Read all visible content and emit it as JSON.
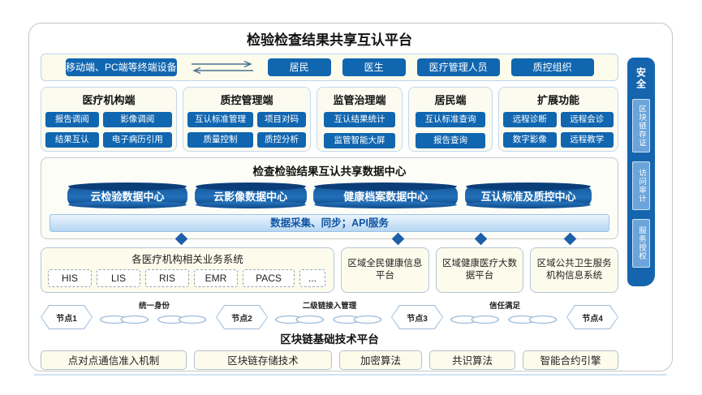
{
  "title": "检验检查结果共享互认平台",
  "access_row": {
    "terminal": "移动端、PC端等终端设备",
    "roles": [
      {
        "label": "居民"
      },
      {
        "label": "医生"
      },
      {
        "label": "医疗管理人员"
      },
      {
        "label": "质控组织"
      }
    ]
  },
  "portals": [
    {
      "title": "医疗机构端",
      "buttons": [
        "报告调阅",
        "影像调阅",
        "结果互认",
        "电子病历引用"
      ]
    },
    {
      "title": "质控管理端",
      "buttons": [
        "互认标准管理",
        "项目对码",
        "质量控制",
        "质控分析"
      ]
    },
    {
      "title": "监管治理端",
      "buttons": [
        "互认结果统计",
        "监管智能大屏"
      ]
    },
    {
      "title": "居民端",
      "buttons": [
        "互认标准查询",
        "报告查询"
      ]
    },
    {
      "title": "扩展功能",
      "buttons": [
        "远程诊断",
        "远程会诊",
        "数字影像",
        "远程教学"
      ]
    }
  ],
  "data_center": {
    "title": "检查检验结果互认共享数据中心",
    "stores": [
      "云检验数据中心",
      "云影像数据中心",
      "健康档案数据中心",
      "互认标准及质控中心"
    ],
    "api_bar": "数据采集、同步；API服务"
  },
  "systems": {
    "hospital_systems": {
      "title": "各医疗机构相关业务系统",
      "items": [
        "HIS",
        "LIS",
        "RIS",
        "EMR",
        "PACS",
        "..."
      ]
    },
    "platforms": [
      "区域全民健康信息平台",
      "区域健康医疗大数据平台",
      "区域公共卫生服务机构信息系统"
    ]
  },
  "blockchain": {
    "nodes": [
      "节点1",
      "节点2",
      "节点3",
      "节点4"
    ],
    "links": [
      "统一身份",
      "二级链接入管理",
      "信任满足"
    ],
    "title": "区块链基础技术平台",
    "techs": [
      "点对点通信准入机制",
      "区块链存储技术",
      "加密算法",
      "共识算法",
      "智能合约引擎"
    ]
  },
  "sidebar": {
    "security_label": "安全",
    "items": [
      {
        "label": "区块链存证"
      },
      {
        "label": "访问审计"
      },
      {
        "label": "服务授权"
      }
    ]
  },
  "colors": {
    "accent_blue": "#1166b0",
    "cylinder_blue": "#0e4b8b",
    "diamond_blue": "#1d5fa8",
    "cream_panel": "#fdfcec",
    "api_bar_blue": "#b6d6f2",
    "sidebar_blue": "#1565ae",
    "sidebar_item_blue": "#6aa4da"
  }
}
